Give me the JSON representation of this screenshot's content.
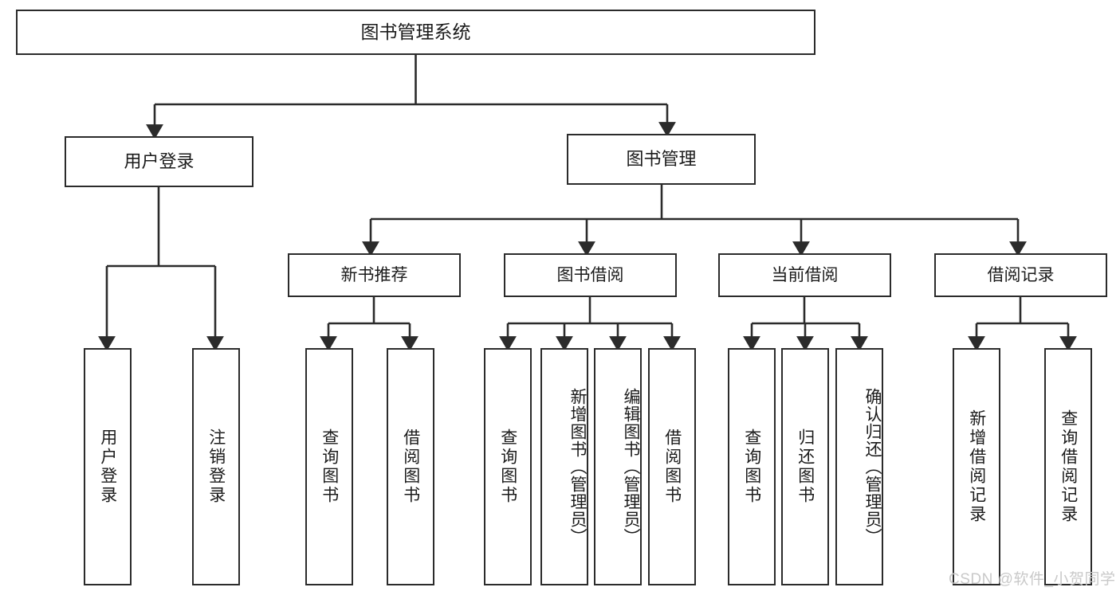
{
  "diagram": {
    "type": "tree",
    "title": "图书管理系统",
    "root": {
      "label": "图书管理系统"
    },
    "level1": [
      {
        "label": "用户登录"
      },
      {
        "label": "图书管理"
      }
    ],
    "level2": [
      {
        "label": "新书推荐"
      },
      {
        "label": "图书借阅"
      },
      {
        "label": "当前借阅"
      },
      {
        "label": "借阅记录"
      }
    ],
    "leaves": {
      "user_login": [
        {
          "label": "用户登录"
        },
        {
          "label": "注销登录"
        }
      ],
      "new_book": [
        {
          "label": "查询图书"
        },
        {
          "label": "借阅图书"
        }
      ],
      "book_borrow": [
        {
          "label": "查询图书"
        },
        {
          "label": "新增图书（管理员）"
        },
        {
          "label": "编辑图书（管理员）"
        },
        {
          "label": "借阅图书"
        }
      ],
      "current_borrow": [
        {
          "label": "查询图书"
        },
        {
          "label": "归还图书"
        },
        {
          "label": "确认归还（管理员）"
        }
      ],
      "borrow_record": [
        {
          "label": "新增借阅记录"
        },
        {
          "label": "查询借阅记录"
        }
      ]
    }
  },
  "watermark": {
    "text": "CSDN @软件_小贺同学"
  },
  "colors": {
    "stroke": "#2b2b2b",
    "background": "#ffffff",
    "text": "#1b1b1b",
    "watermark": "#c9c9c9"
  }
}
